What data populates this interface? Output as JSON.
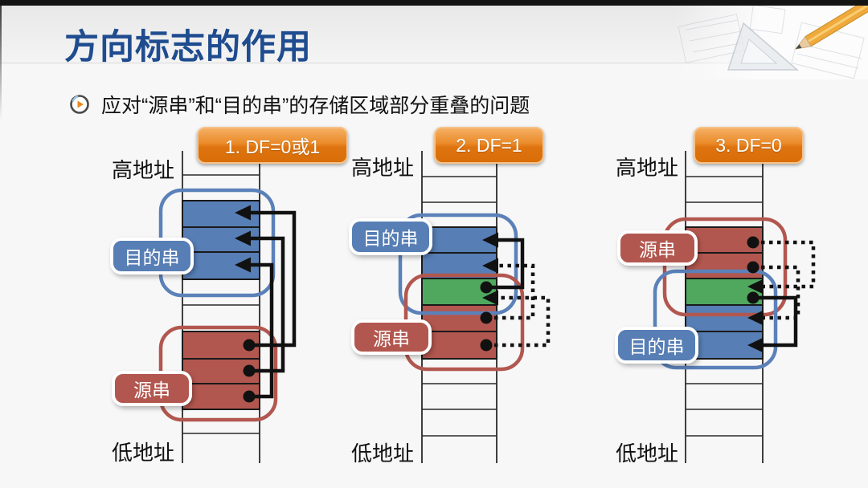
{
  "slide": {
    "title": "方向标志的作用",
    "bullet": "应对“源串”和“目的串”的存储区域部分重叠的问题"
  },
  "diagrams": [
    {
      "badge": "1. DF=0或1",
      "high_address": "高地址",
      "low_address": "低地址",
      "top_region": {
        "label": "目的串",
        "role": "dest",
        "cells": 3,
        "color": "#577EB5"
      },
      "bottom_region": {
        "label": "源串",
        "role": "src",
        "cells": 3,
        "color": "#B2574F"
      },
      "overlap_cells": 0,
      "moves": [
        {
          "from": "src-cell-high",
          "to": "dest-cell-high",
          "style": "solid"
        },
        {
          "from": "src-cell-mid",
          "to": "dest-cell-mid",
          "style": "solid"
        },
        {
          "from": "src-cell-low",
          "to": "dest-cell-low",
          "style": "solid"
        }
      ]
    },
    {
      "badge": "2. DF=1",
      "high_address": "高地址",
      "low_address": "低地址",
      "top_region": {
        "label": "目的串",
        "role": "dest",
        "cells": 3,
        "color": "#577EB5"
      },
      "bottom_region": {
        "label": "源串",
        "role": "src",
        "cells": 3,
        "color": "#B2574F"
      },
      "overlap_cells": 1,
      "moves": [
        {
          "from": "src-cell-high(overlap)",
          "to": "dest-cell-high",
          "style": "solid"
        },
        {
          "from": "src-cell-mid",
          "to": "dest-cell-mid",
          "style": "dotted"
        },
        {
          "from": "src-cell-low",
          "to": "dest-cell-low(overlap)",
          "style": "dotted"
        }
      ]
    },
    {
      "badge": "3. DF=0",
      "high_address": "高地址",
      "low_address": "低地址",
      "top_region": {
        "label": "源串",
        "role": "src",
        "cells": 3,
        "color": "#B2574F"
      },
      "bottom_region": {
        "label": "目的串",
        "role": "dest",
        "cells": 3,
        "color": "#577EB5"
      },
      "overlap_cells": 1,
      "moves": [
        {
          "from": "src-cell-low(overlap)",
          "to": "dest-cell-low",
          "style": "solid"
        },
        {
          "from": "src-cell-mid",
          "to": "dest-cell-mid",
          "style": "dotted"
        },
        {
          "from": "src-cell-high",
          "to": "dest-cell-high(overlap)",
          "style": "dotted"
        }
      ]
    }
  ],
  "colors": {
    "title": "#1F4C8F",
    "dest_fill": "#577EB5",
    "src_fill": "#B2574F",
    "overlap_fill": "#4FA85E",
    "badge_orange": "#E07B17",
    "arrow": "#111111"
  }
}
